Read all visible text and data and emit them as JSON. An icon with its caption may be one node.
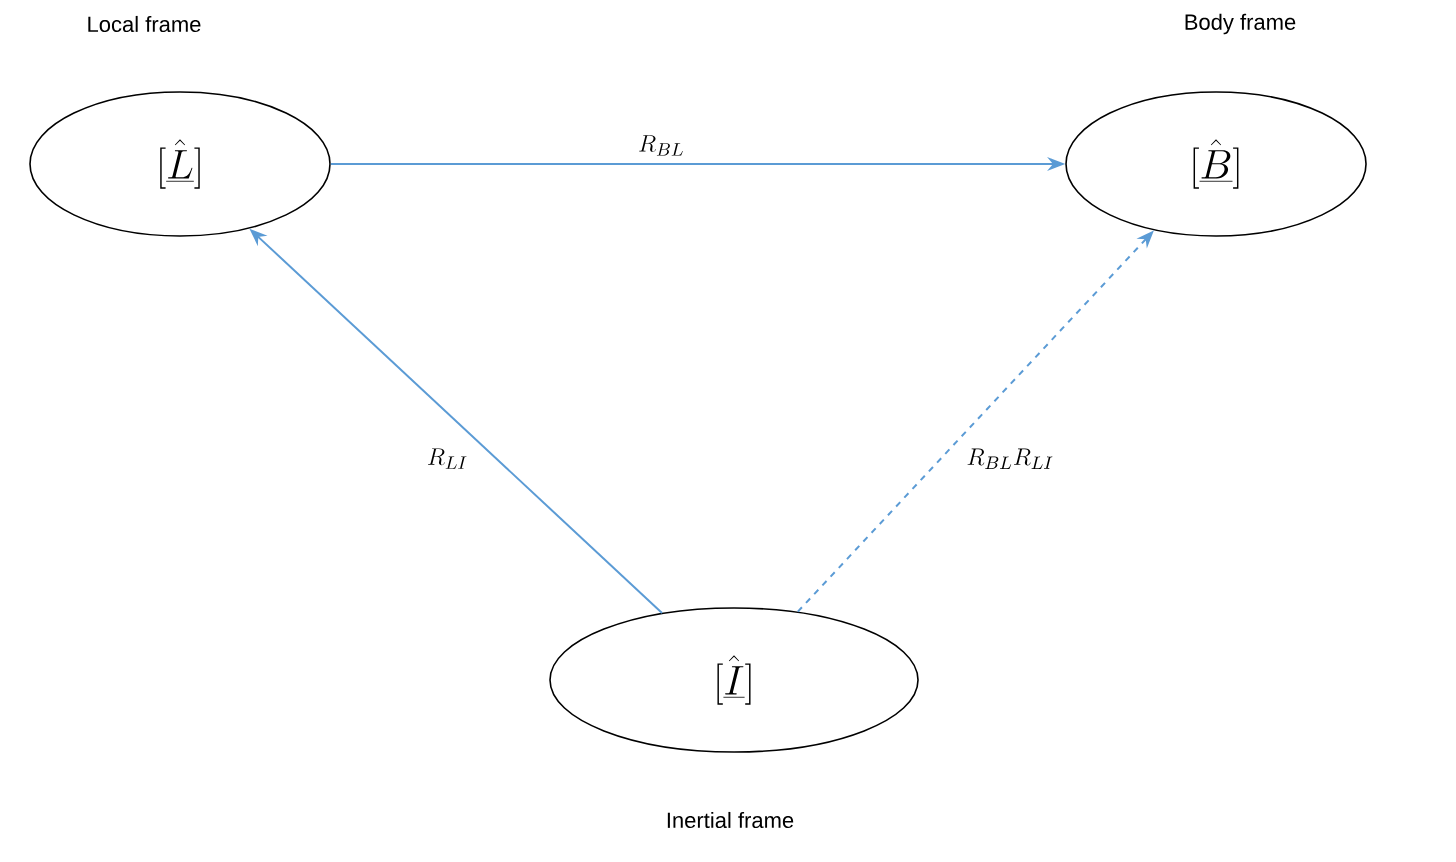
{
  "diagram": {
    "nodes": [
      {
        "text": [
          "Local frame",
          "[\\hat{\\underline{L}}]"
        ]
      },
      {
        "text": [
          "Body frame",
          "[\\hat{\\underline{B}}]"
        ]
      },
      {
        "text": [
          "[\\hat{\\underline{I}}]",
          "Inertial frame"
        ]
      }
    ],
    "edges": [
      {
        "from": 0,
        "to": 1,
        "arrow": "to",
        "label": "R_{BL}"
      },
      {
        "from": 2,
        "to": 0,
        "arrow": "to",
        "label": "R_{LI}"
      },
      {
        "from": 2,
        "to": 1,
        "arrow": "to",
        "label": "R_{BL}R_{LI}",
        "style": "dashed"
      }
    ]
  }
}
